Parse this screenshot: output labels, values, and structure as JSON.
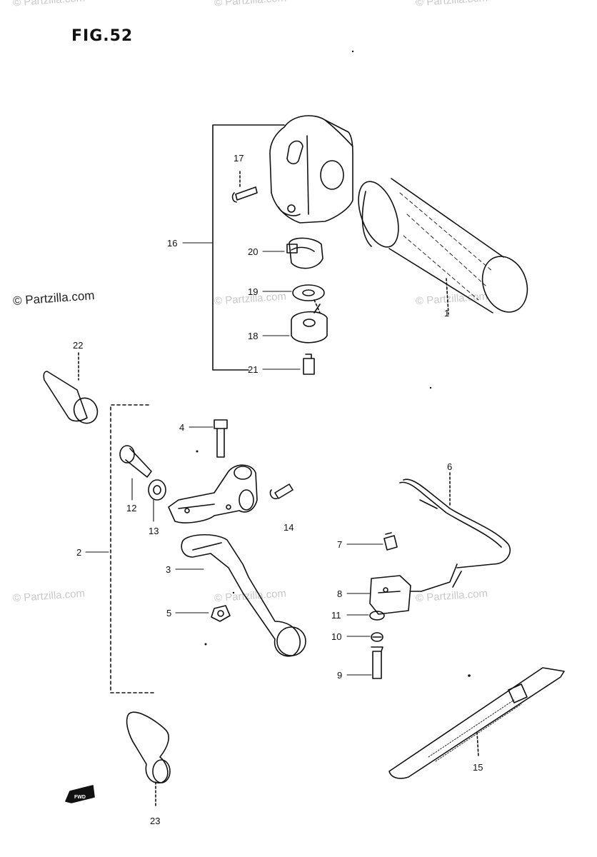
{
  "figure_title": "FIG.52",
  "watermarks": {
    "top_left": "© Partzilla.com",
    "top_mid": "© Partzilla.com",
    "top_right": "© Partzilla.com",
    "mid_left": "© Partzilla.com",
    "mid_center": "© Partzilla.com",
    "mid_right": "© Partzilla.com",
    "low_left": "© Partzilla.com",
    "low_center": "© Partzilla.com",
    "low_right": "© Partzilla.com"
  },
  "callouts": {
    "p1": "1",
    "p2": "2",
    "p3": "3",
    "p4": "4",
    "p5": "5",
    "p6": "6",
    "p7": "7",
    "p8": "8",
    "p9": "9",
    "p10": "10",
    "p11": "11",
    "p12": "12",
    "p13": "13",
    "p14": "14",
    "p15": "15",
    "p16": "16",
    "p17": "17",
    "p18": "18",
    "p19": "19",
    "p20": "20",
    "p21": "21",
    "p22": "22",
    "p23": "23"
  },
  "direction_marker": "FWD"
}
